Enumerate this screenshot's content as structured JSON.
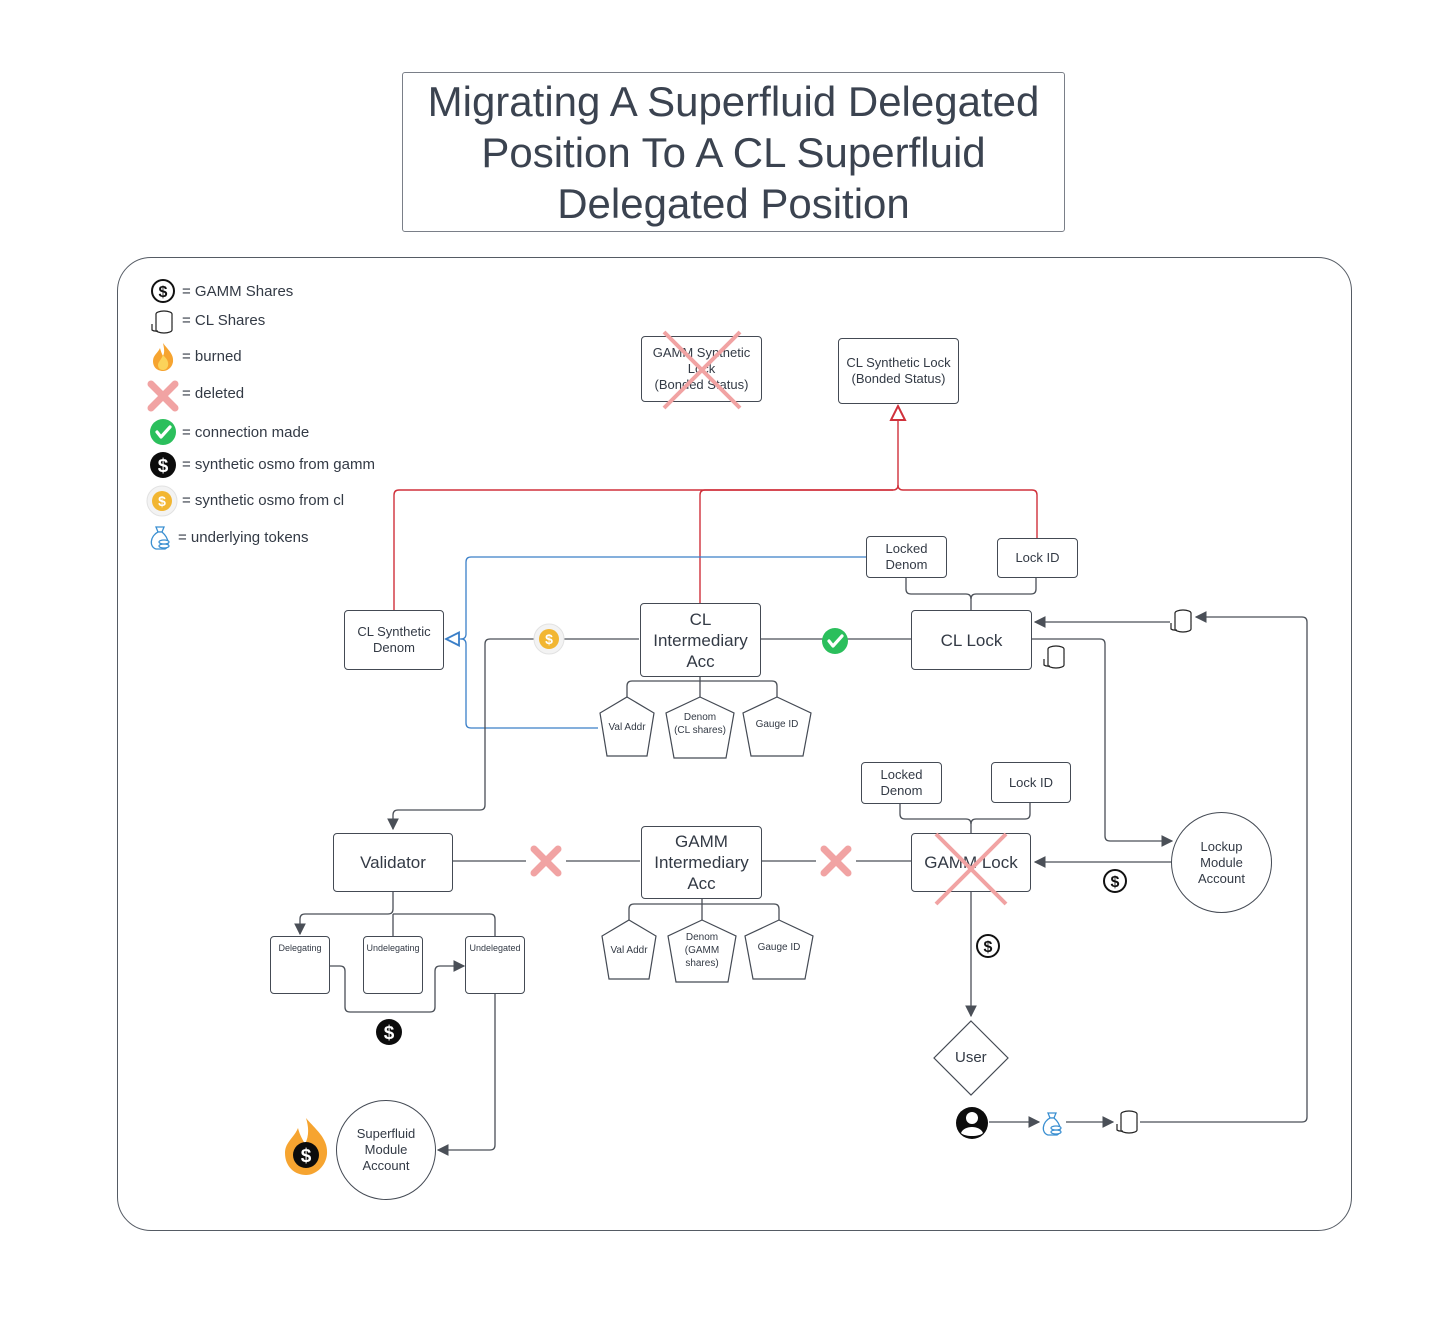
{
  "title": "Migrating A Superfluid Delegated Position To A CL Superfluid Delegated Position",
  "title_lines": [
    "Migrating A Superfluid Delegated",
    "Position To A CL Superfluid",
    "Delegated Position"
  ],
  "legend": [
    {
      "icon": "gamm-shares-dollar-icon",
      "label": "= GAMM Shares"
    },
    {
      "icon": "cl-shares-coins-icon",
      "label": "= CL Shares"
    },
    {
      "icon": "flame-icon",
      "label": "= burned"
    },
    {
      "icon": "red-x-icon",
      "label": "= deleted"
    },
    {
      "icon": "green-check-icon",
      "label": "= connection made"
    },
    {
      "icon": "black-dollar-coin-icon",
      "label": "= synthetic osmo from gamm"
    },
    {
      "icon": "gold-dollar-coin-icon",
      "label": "= synthetic osmo from cl"
    },
    {
      "icon": "money-bag-icon",
      "label": "= underlying tokens"
    }
  ],
  "nodes": {
    "gamm_synthetic_lock": "GAMM Synthetic\nLock\n(Bonded Status)",
    "cl_synthetic_lock": "CL Synthetic Lock\n(Bonded Status)",
    "cl_locked_denom": "Locked\nDenom",
    "cl_lock_id": "Lock ID",
    "cl_synthetic_denom": "CL Synthetic\nDenom",
    "cl_intermediary_acc": "CL\nIntermediary\nAcc",
    "cl_lock": "CL Lock",
    "cl_val_addr": "Val Addr",
    "cl_denom": "Denom\n(CL shares)",
    "cl_gauge_id": "Gauge ID",
    "gamm_locked_denom": "Locked\nDenom",
    "gamm_lock_id": "Lock ID",
    "validator": "Validator",
    "gamm_intermediary_acc": "GAMM\nIntermediary\nAcc",
    "gamm_lock": "GAMM Lock",
    "lockup_module_account": "Lockup\nModule\nAccount",
    "delegating": "Delegating",
    "undelegating": "Undelegating",
    "undelegated": "Undelegated",
    "gamm_val_addr": "Val Addr",
    "gamm_denom": "Denom\n(GAMM\nshares)",
    "gamm_gauge_id": "Gauge ID",
    "user": "User",
    "superfluid_module_account": "Superfluid\nModule\nAccount"
  },
  "colors": {
    "red_line": "#d0313b",
    "blue_line": "#3a7fc8",
    "dark_line": "#4a4f57",
    "deleted_x": "#f1a3a3",
    "check": "#2bbf5c",
    "gold": "#f2b632"
  }
}
